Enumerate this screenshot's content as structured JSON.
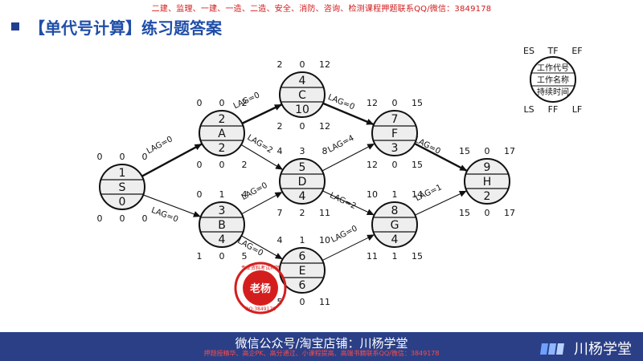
{
  "banner": "二建、监理、一建、一造、二造、安全、消防、咨询、检测课程押题联系QQ/微信：3849178",
  "title": "【单代号计算】练习题答案",
  "legend": {
    "es": "ES",
    "tf": "TF",
    "ef": "EF",
    "ls": "LS",
    "ff": "FF",
    "lf": "LF",
    "code": "工作代号",
    "name": "工作名称",
    "duration": "持续时间"
  },
  "nodes": [
    {
      "id": "S",
      "code": "1",
      "name": "S",
      "duration": "0",
      "es": "0",
      "tf": "0",
      "ef": "0",
      "ls": "0",
      "ff": "0",
      "lf": "0"
    },
    {
      "id": "A",
      "code": "2",
      "name": "A",
      "duration": "2",
      "es": "0",
      "tf": "0",
      "ef": "2",
      "ls": "0",
      "ff": "0",
      "lf": "2"
    },
    {
      "id": "B",
      "code": "3",
      "name": "B",
      "duration": "4",
      "es": "0",
      "tf": "1",
      "ef": "4",
      "ls": "1",
      "ff": "0",
      "lf": "5"
    },
    {
      "id": "C",
      "code": "4",
      "name": "C",
      "duration": "10",
      "es": "2",
      "tf": "0",
      "ef": "12",
      "ls": "2",
      "ff": "0",
      "lf": "12"
    },
    {
      "id": "D",
      "code": "5",
      "name": "D",
      "duration": "4",
      "es": "4",
      "tf": "3",
      "ef": "8",
      "ls": "7",
      "ff": "2",
      "lf": "11"
    },
    {
      "id": "E",
      "code": "6",
      "name": "E",
      "duration": "6",
      "es": "4",
      "tf": "1",
      "ef": "10",
      "ls": "5",
      "ff": "0",
      "lf": "11"
    },
    {
      "id": "F",
      "code": "7",
      "name": "F",
      "duration": "3",
      "es": "12",
      "tf": "0",
      "ef": "15",
      "ls": "12",
      "ff": "0",
      "lf": "15"
    },
    {
      "id": "G",
      "code": "8",
      "name": "G",
      "duration": "4",
      "es": "10",
      "tf": "1",
      "ef": "14",
      "ls": "11",
      "ff": "1",
      "lf": "15"
    },
    {
      "id": "H",
      "code": "9",
      "name": "H",
      "duration": "2",
      "es": "15",
      "tf": "0",
      "ef": "17",
      "ls": "15",
      "ff": "0",
      "lf": "17"
    }
  ],
  "edges": [
    {
      "from": "S",
      "to": "A",
      "lag": "LAG=0",
      "critical": true
    },
    {
      "from": "S",
      "to": "B",
      "lag": "LAG=0",
      "critical": false
    },
    {
      "from": "A",
      "to": "C",
      "lag": "LAG=0",
      "critical": true
    },
    {
      "from": "A",
      "to": "D",
      "lag": "LAG=2",
      "critical": false
    },
    {
      "from": "B",
      "to": "D",
      "lag": "LAG=0",
      "critical": false
    },
    {
      "from": "B",
      "to": "E",
      "lag": "LAG=0",
      "critical": false
    },
    {
      "from": "C",
      "to": "F",
      "lag": "LAG=0",
      "critical": true
    },
    {
      "from": "D",
      "to": "F",
      "lag": "LAG=4",
      "critical": false
    },
    {
      "from": "D",
      "to": "G",
      "lag": "LAG=2",
      "critical": false
    },
    {
      "from": "E",
      "to": "G",
      "lag": "LAG=0",
      "critical": false
    },
    {
      "from": "F",
      "to": "H",
      "lag": "LAG=0",
      "critical": true
    },
    {
      "from": "G",
      "to": "H",
      "lag": "LAG=1",
      "critical": false
    }
  ],
  "seal": {
    "main": "老杨",
    "ring": "专业资料考试押题",
    "qq": "QQ:3849178"
  },
  "footer": {
    "text": "微信公众号/淘宝店铺：川杨学堂",
    "sub": "押题授精华、高企PK、高分通过、小课程提高、高端书籍联系QQ/微信：3849178",
    "brand": "川杨学堂"
  },
  "colors": {
    "accent": "#1f4ea8",
    "banner": "#d11a1a",
    "footer_bg": "#2a3f86",
    "node_fill": "#eeeeee",
    "seal": "#d41e1e"
  }
}
